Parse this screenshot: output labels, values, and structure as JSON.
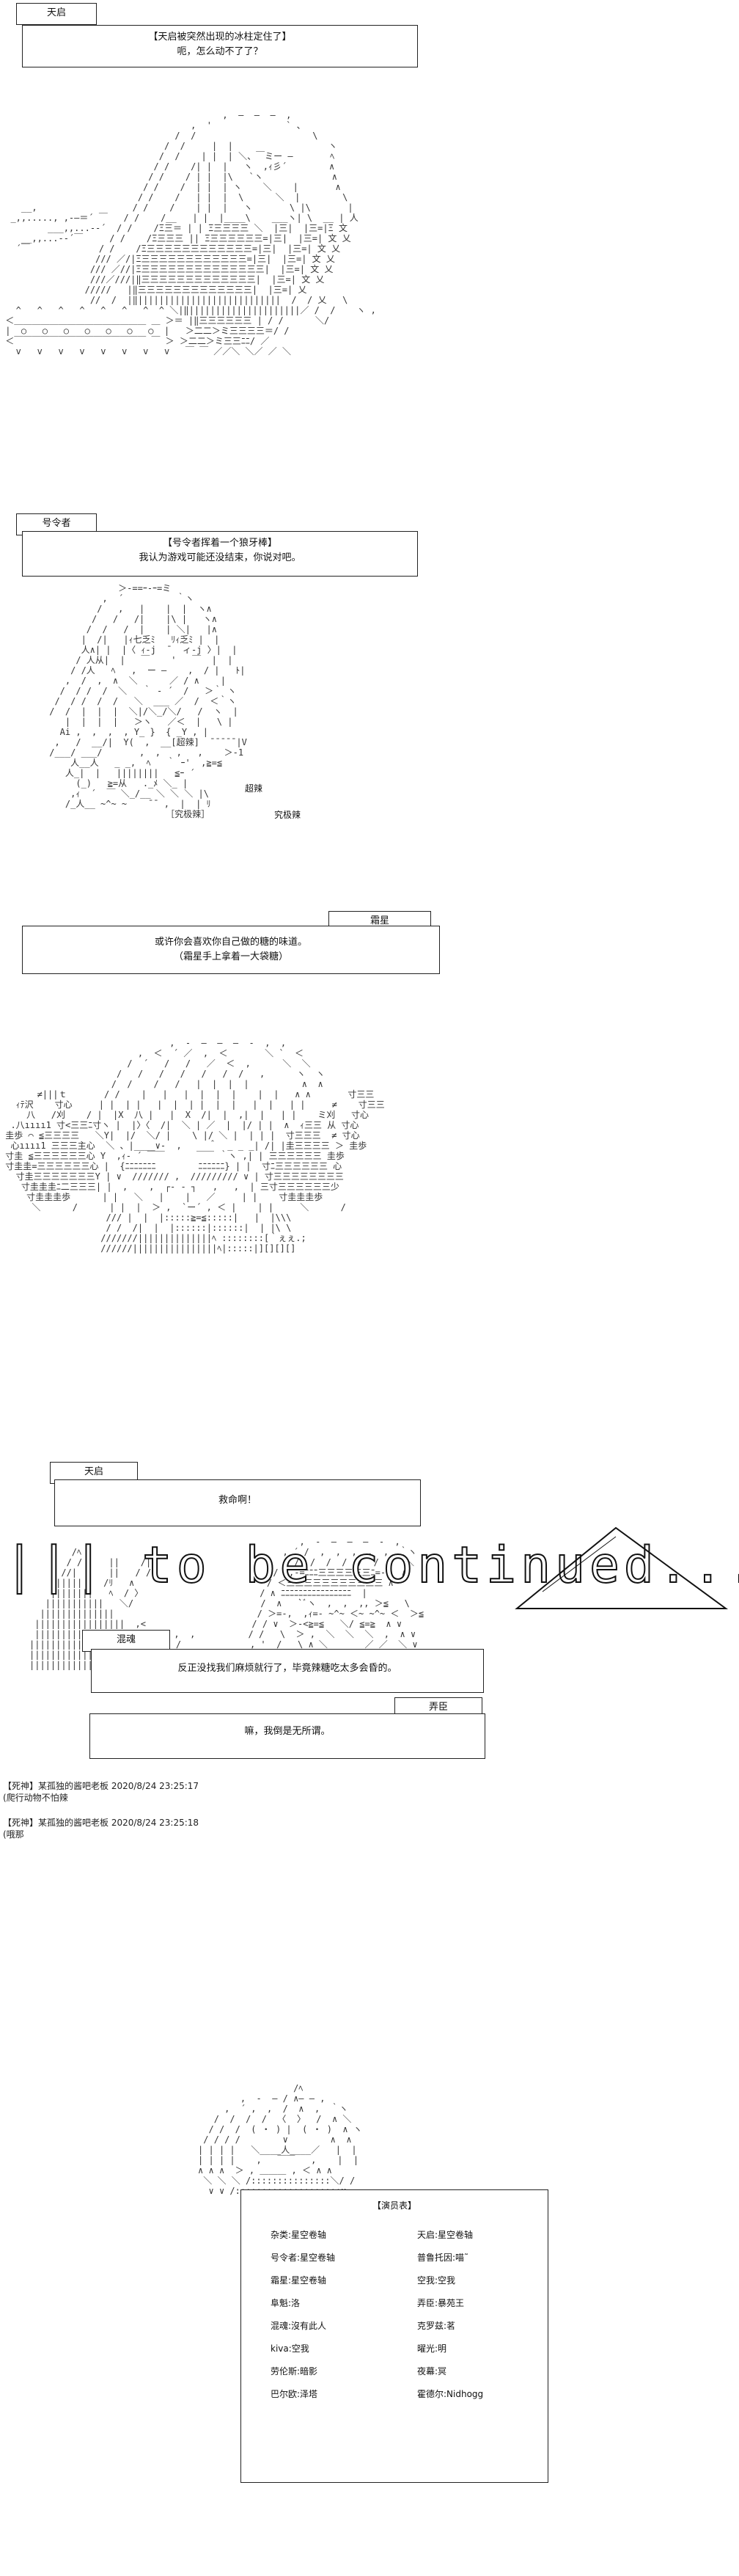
{
  "scene1": {
    "speaker": "天启",
    "lines": [
      "【天启被突然出现的冰柱定住了】",
      "呃，怎么动不了了？"
    ]
  },
  "scene2": {
    "speaker": "号令者",
    "lines": [
      "【号令者挥着一个狼牙棒】",
      "我认为游戏可能还没结束，你说对吧。"
    ],
    "aa_label_1": "超辣",
    "aa_label_2": "究极辣"
  },
  "scene3": {
    "speaker": "霜星",
    "lines": [
      "或许你会喜欢你自己做的糖的味道。",
      "（霜星手上拿着一大袋糖）"
    ]
  },
  "scene4": {
    "speaker": "天启",
    "lines": [
      "救命啊！"
    ]
  },
  "scene5": {
    "speaker": "混魂",
    "lines": [
      "反正没找我们麻烦就行了，毕竟辣糖吃太多会昏的。"
    ]
  },
  "scene6": {
    "speaker": "弄臣",
    "lines": [
      "嘛，我倒是无所谓。"
    ]
  },
  "posts": [
    {
      "header": "【死神】某孤独的酱吧老板 2020/8/24 23:25:17",
      "body": "(爬行动物不怕辣"
    },
    {
      "header": "【死神】某孤独的酱吧老板 2020/8/24 23:25:18",
      "body": "(哦那"
    }
  ],
  "ending_text": "||| to be continued...",
  "cast": {
    "title": "【演员表】",
    "left": [
      "杂类:星空卷轴",
      "号令者:星空卷轴",
      "霜星:星空卷轴",
      "阜魁:洛",
      "混魂:沒有此人",
      "kiva:空我",
      "劳伦斯:暗影",
      "巴尔欧:泽塔"
    ],
    "right": [
      "天启:星空卷轴",
      "普鲁托因:喵˜",
      "空我:空我",
      "弄臣:暴苑王",
      "克罗兹:茗",
      "曜光:明",
      "夜幕:冥",
      "霍德尔:Nidhogg"
    ]
  },
  "icons": [
    "ice-pillar",
    "spiked-club",
    "candy-bag"
  ]
}
